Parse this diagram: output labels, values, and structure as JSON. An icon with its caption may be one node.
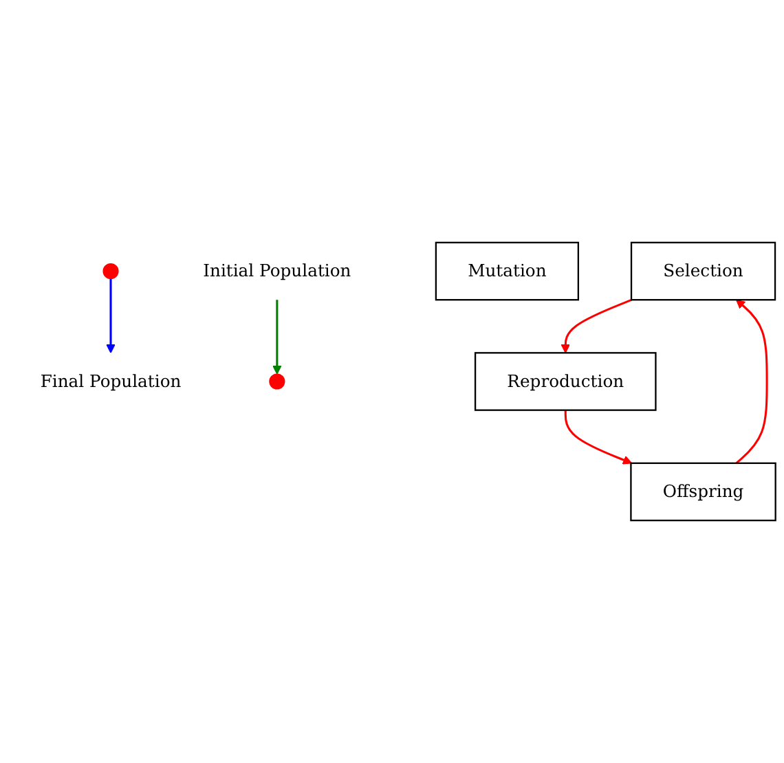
{
  "diagram": {
    "nodes": [
      {
        "text": [
          "Initial Population"
        ]
      },
      {
        "text": [
          "Final Population"
        ]
      },
      {
        "text": [
          "Selection"
        ]
      },
      {
        "text": [
          "Offspring"
        ]
      },
      {
        "text": [
          "Mutation"
        ]
      },
      {
        "text": [
          "Reproduction"
        ]
      }
    ],
    "edges": [
      {
        "from": 0,
        "to": null,
        "arrow": "to",
        "color": "#008000"
      },
      {
        "from": null,
        "to": 1,
        "arrow": "to",
        "color": "#0000ff"
      },
      {
        "from": 3,
        "to": 2,
        "arrow": "to"
      },
      {
        "from": 2,
        "to": 5,
        "arrow": "to"
      },
      {
        "from": 5,
        "to": 3,
        "arrow": "to"
      }
    ]
  }
}
